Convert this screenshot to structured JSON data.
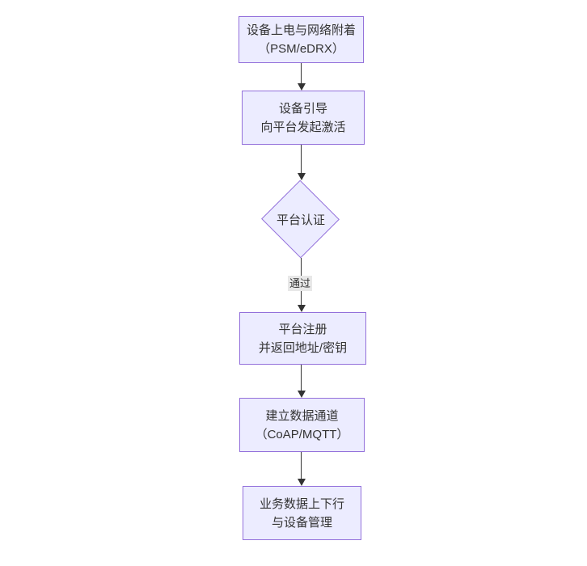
{
  "diagram": {
    "type": "flowchart",
    "direction": "top-to-bottom",
    "colors": {
      "node_fill": "#ECECFF",
      "node_border": "#9370DB",
      "edge_line": "#333333",
      "edge_label_bg": "#E8E8E8",
      "text": "#333333",
      "background": "#FFFFFF"
    },
    "nodes": [
      {
        "id": "n1",
        "shape": "rect",
        "lines": [
          "设备上电与网络附着",
          "（PSM/eDRX）"
        ]
      },
      {
        "id": "n2",
        "shape": "rect",
        "lines": [
          "设备引导",
          "向平台发起激活"
        ]
      },
      {
        "id": "n3",
        "shape": "diamond",
        "lines": [
          "平台认证"
        ]
      },
      {
        "id": "n4",
        "shape": "rect",
        "lines": [
          "平台注册",
          "并返回地址/密钥"
        ]
      },
      {
        "id": "n5",
        "shape": "rect",
        "lines": [
          "建立数据通道",
          "（CoAP/MQTT）"
        ]
      },
      {
        "id": "n6",
        "shape": "rect",
        "lines": [
          "业务数据上下行",
          "与设备管理"
        ]
      }
    ],
    "edges": [
      {
        "from": "n1",
        "to": "n2"
      },
      {
        "from": "n2",
        "to": "n3"
      },
      {
        "from": "n3",
        "to": "n4",
        "label": "通过"
      },
      {
        "from": "n4",
        "to": "n5"
      },
      {
        "from": "n5",
        "to": "n6"
      }
    ]
  }
}
